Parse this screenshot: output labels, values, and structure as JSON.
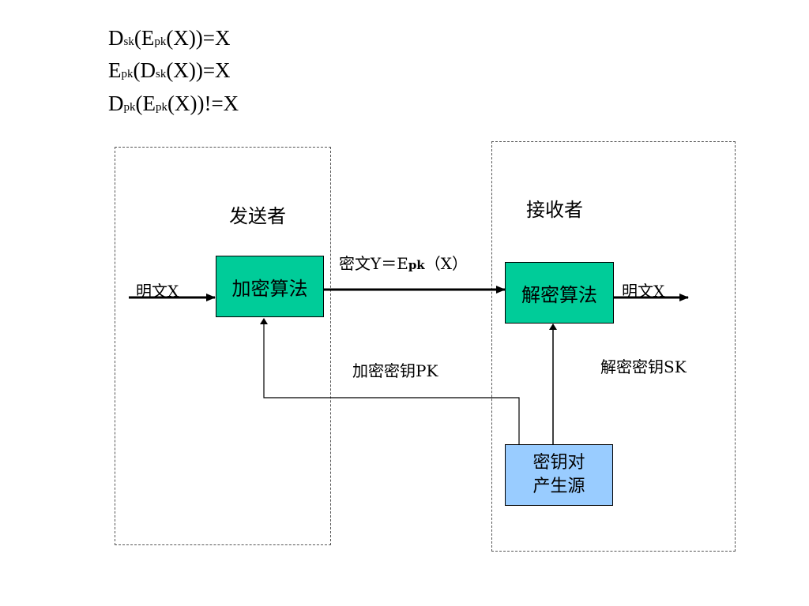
{
  "formulas": [
    {
      "parts": [
        {
          "t": "D"
        },
        {
          "t": "sk",
          "sub": true
        },
        {
          "t": "(E"
        },
        {
          "t": "pk",
          "sub": true
        },
        {
          "t": "(X))=X"
        }
      ]
    },
    {
      "parts": [
        {
          "t": "E"
        },
        {
          "t": "pk",
          "sub": true
        },
        {
          "t": "(D"
        },
        {
          "t": "sk",
          "sub": true
        },
        {
          "t": "(X))=X"
        }
      ]
    },
    {
      "parts": [
        {
          "t": "D"
        },
        {
          "t": "pk",
          "sub": true
        },
        {
          "t": "(E"
        },
        {
          "t": "pk",
          "sub": true
        },
        {
          "t": "(X))!=X"
        }
      ]
    }
  ],
  "sender": {
    "title": "发送者"
  },
  "receiver": {
    "title": "接收者"
  },
  "encrypt_box": {
    "label": "加密算法"
  },
  "decrypt_box": {
    "label": "解密算法"
  },
  "key_source": {
    "line1": "密钥对",
    "line2": "产生源"
  },
  "plaintext_in": "明文X",
  "plaintext_out": "明文X",
  "ciphertext": {
    "prefix": "密文Y＝E",
    "sub": "pk",
    "suffix": "（X）"
  },
  "encrypt_key_label": "加密密钥PK",
  "decrypt_key_label": "解密密钥SK",
  "colors": {
    "algo_fill": "#00cc99",
    "key_source_fill": "#99ccff"
  }
}
